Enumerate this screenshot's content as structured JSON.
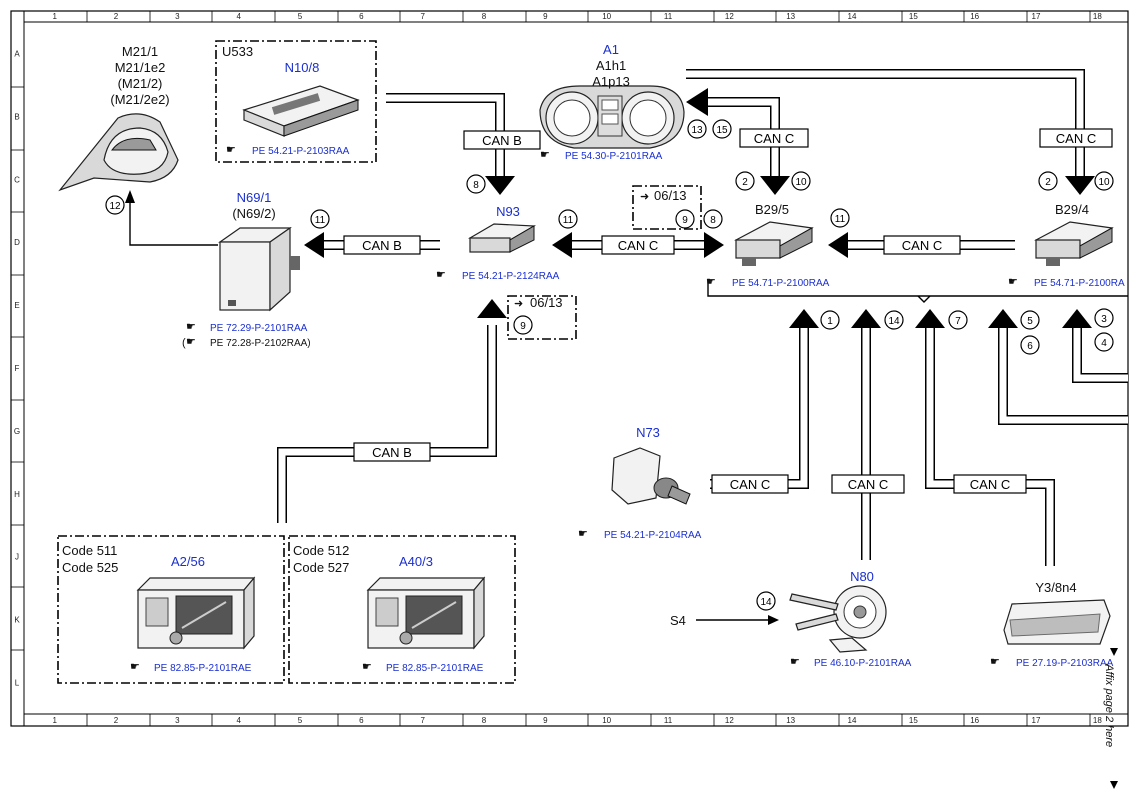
{
  "grid": {
    "columns": [
      "1",
      "2",
      "3",
      "4",
      "5",
      "6",
      "7",
      "8",
      "9",
      "10",
      "11",
      "12",
      "13",
      "14",
      "15",
      "16",
      "17",
      "18"
    ],
    "rows": [
      "A",
      "B",
      "C",
      "D",
      "E",
      "F",
      "G",
      "H",
      "J",
      "K",
      "L"
    ]
  },
  "components": {
    "m21": {
      "line1": "M21/1",
      "line2": "M21/1e2",
      "line3": "(M21/2)",
      "line4": "(M21/2e2)"
    },
    "u533": {
      "label": "U533",
      "code": "N10/8",
      "ref": "PE 54.21-P-2103RAA"
    },
    "a1": {
      "code": "A1",
      "line2": "A1h1",
      "line3": "A1p13",
      "ref": "PE 54.30-P-2101RAA"
    },
    "n69": {
      "code": "N69/1",
      "alt": "(N69/2)",
      "ref1": "PE 72.29-P-2101RAA",
      "ref2": "PE 72.28-P-2102RAA)",
      "ref2_prefix": "("
    },
    "n93": {
      "code": "N93",
      "ref": "PE 54.21-P-2124RAA"
    },
    "b29_5": {
      "code": "B29/5",
      "ref": "PE 54.71-P-2100RAA"
    },
    "b29_4": {
      "code": "B29/4",
      "ref": "PE 54.71-P-2100RA"
    },
    "n73": {
      "code": "N73",
      "ref": "PE 54.21-P-2104RAA"
    },
    "n80": {
      "code": "N80",
      "ref": "PE 46.10-P-2101RAA"
    },
    "y3": {
      "code": "Y3/8n4",
      "ref": "PE 27.19-P-2103RAA"
    },
    "s4": {
      "code": "S4"
    },
    "a2_56": {
      "code_a": "Code 511",
      "code_b": "Code 525",
      "code": "A2/56",
      "ref": "PE 82.85-P-2101RAE"
    },
    "a40_3": {
      "code_a": "Code 512",
      "code_b": "Code 527",
      "code": "A40/3",
      "ref": "PE 82.85-P-2101RAE"
    }
  },
  "bus_labels": {
    "can_b_1": "CAN B",
    "can_b_2": "CAN B",
    "can_b_3": "CAN B",
    "can_c_1": "CAN C",
    "can_c_2": "CAN C",
    "can_c_3": "CAN C",
    "can_c_4": "CAN C",
    "can_c_5": "CAN C",
    "can_c_6": "CAN C",
    "can_c_7": "CAN C"
  },
  "markers": {
    "m12": "12",
    "m11a": "11",
    "m8a": "8",
    "m11b": "11",
    "m9a": "9",
    "m8b": "8",
    "m13": "13",
    "m15": "15",
    "m2a": "2",
    "m10a": "10",
    "m2b": "2",
    "m10b": "10",
    "m11c": "11",
    "m1": "1",
    "m14a": "14",
    "m7": "7",
    "m5": "5",
    "m6": "6",
    "m3": "3",
    "m4": "4",
    "m9b": "9",
    "m14b": "14"
  },
  "ref_boxes": {
    "upper": "06/13",
    "lower": "06/13"
  },
  "side_note": "Affix page 2 here"
}
